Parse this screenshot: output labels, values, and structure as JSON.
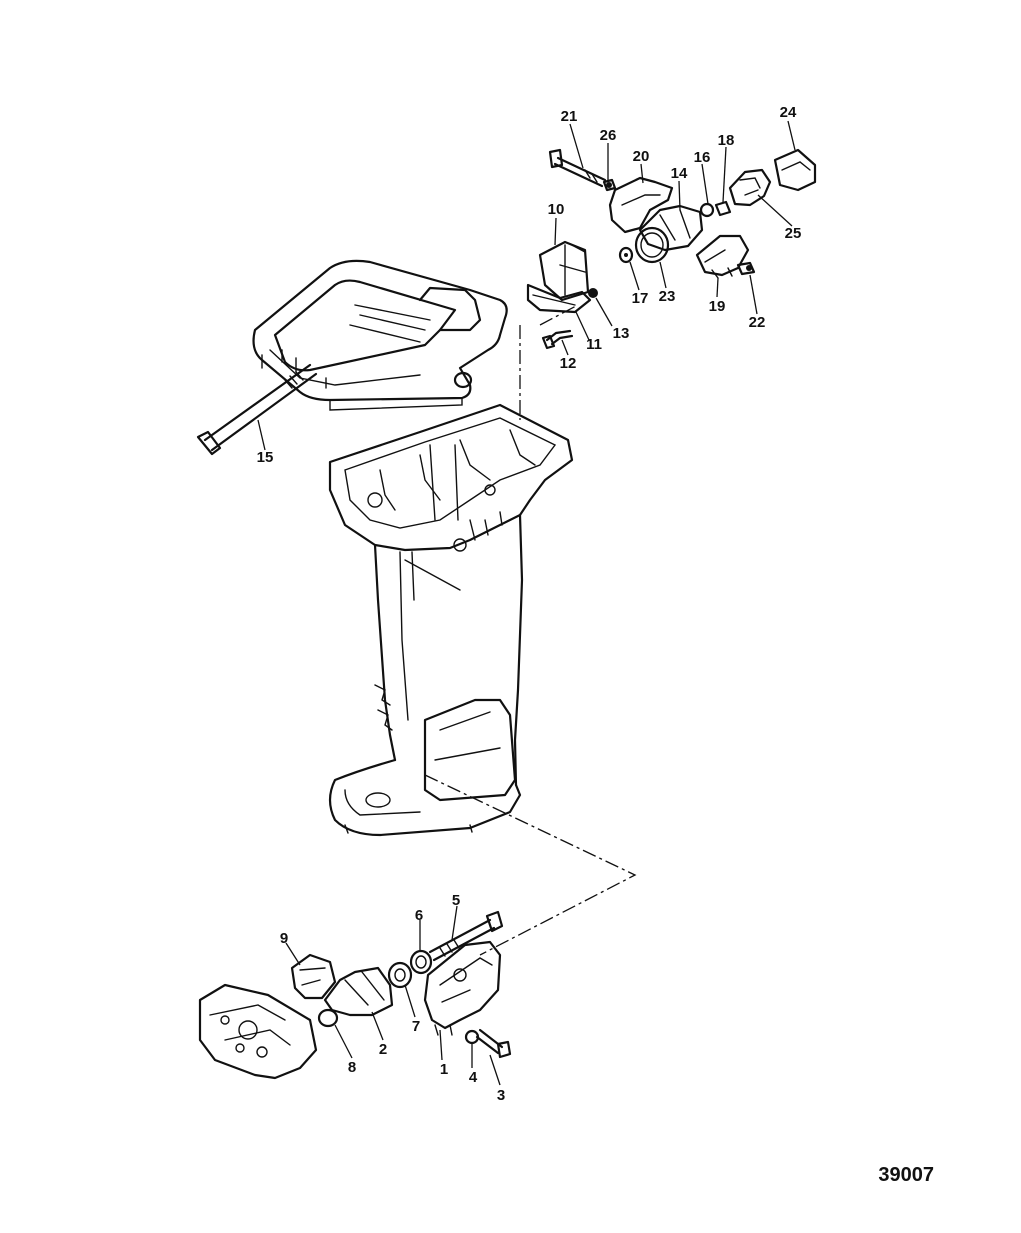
{
  "figure_number": "39007",
  "callouts": [
    {
      "id": "1",
      "label": "1"
    },
    {
      "id": "2",
      "label": "2"
    },
    {
      "id": "3",
      "label": "3"
    },
    {
      "id": "4",
      "label": "4"
    },
    {
      "id": "5",
      "label": "5"
    },
    {
      "id": "6",
      "label": "6"
    },
    {
      "id": "7",
      "label": "7"
    },
    {
      "id": "8",
      "label": "8"
    },
    {
      "id": "9",
      "label": "9"
    },
    {
      "id": "10",
      "label": "10"
    },
    {
      "id": "11",
      "label": "11"
    },
    {
      "id": "12",
      "label": "12"
    },
    {
      "id": "13",
      "label": "13"
    },
    {
      "id": "14",
      "label": "14"
    },
    {
      "id": "15",
      "label": "15"
    },
    {
      "id": "16",
      "label": "16"
    },
    {
      "id": "17",
      "label": "17"
    },
    {
      "id": "18",
      "label": "18"
    },
    {
      "id": "19",
      "label": "19"
    },
    {
      "id": "20",
      "label": "20"
    },
    {
      "id": "21",
      "label": "21"
    },
    {
      "id": "22",
      "label": "22"
    },
    {
      "id": "23",
      "label": "23"
    },
    {
      "id": "24",
      "label": "24"
    },
    {
      "id": "25",
      "label": "25"
    },
    {
      "id": "26",
      "label": "26"
    }
  ]
}
